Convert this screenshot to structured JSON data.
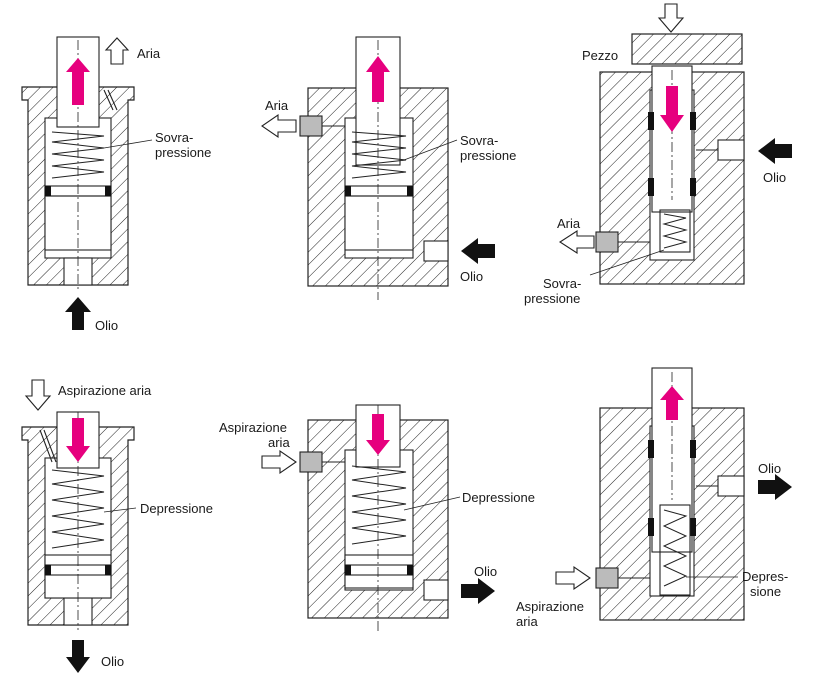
{
  "panels": {
    "top_left": {
      "air_label": "Aria",
      "chamber_label_1": "Sovra-",
      "chamber_label_2": "pressione",
      "oil_label": "Olio"
    },
    "top_middle": {
      "air_label": "Aria",
      "chamber_label_1": "Sovra-",
      "chamber_label_2": "pressione",
      "oil_label": "Olio"
    },
    "top_right": {
      "workpiece_label": "Pezzo",
      "oil_label": "Olio",
      "air_label": "Aria",
      "chamber_label_1": "Sovra-",
      "chamber_label_2": "pressione"
    },
    "bottom_left": {
      "air_label": "Aspirazione aria",
      "chamber_label": "Depressione",
      "oil_label": "Olio"
    },
    "bottom_middle": {
      "air_label_1": "Aspirazione",
      "air_label_2": "aria",
      "chamber_label": "Depressione",
      "oil_label": "Olio"
    },
    "bottom_right": {
      "oil_label": "Olio",
      "chamber_label_1": "Depres-",
      "chamber_label_2": "sione",
      "air_label_1": "Aspirazione",
      "air_label_2": "aria"
    }
  },
  "colors": {
    "motion_arrow": "#e6007e",
    "oil_arrow": "#111111",
    "air_arrow": "#ffffff",
    "hatch": "#222222"
  }
}
